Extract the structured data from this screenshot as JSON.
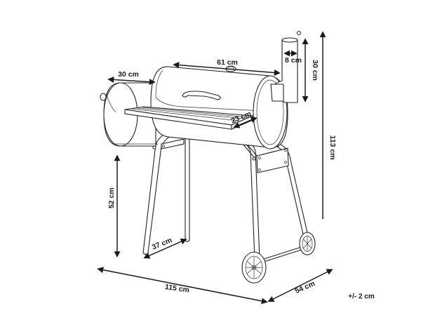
{
  "diagram": {
    "subject": "Charcoal BBQ smoker grill with side firebox, chimney, side shelf, legs and wheels",
    "dimensions": {
      "firebox_length": "30 cm",
      "main_chamber_length": "61 cm",
      "chimney_diameter": "8 cm",
      "chimney_height": "30 cm",
      "total_height": "113 cm",
      "shelf_depth": "23 cm",
      "firebox_bottom_height": "52 cm",
      "leg_spacing": "37 cm",
      "total_width": "115 cm",
      "total_depth": "54 cm"
    },
    "tolerance": "+/- 2 cm"
  },
  "colors": {
    "line": "#222222",
    "background": "#ffffff"
  }
}
